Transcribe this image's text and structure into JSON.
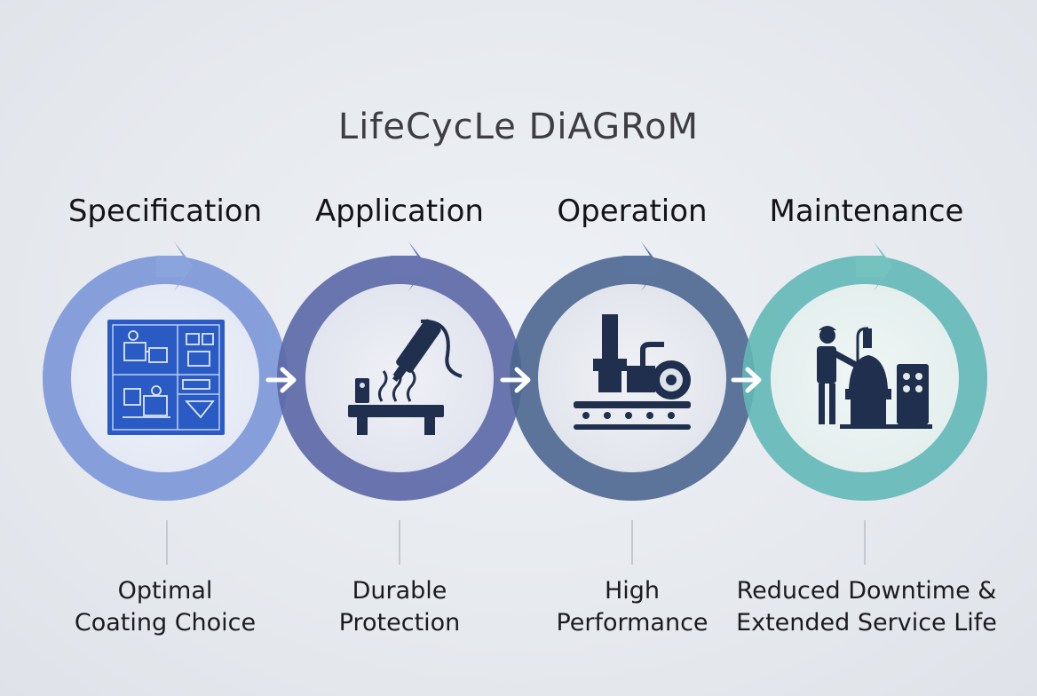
{
  "title": "LifeCycLe DiAGRoM",
  "stages": [
    {
      "heading": "Specification",
      "icon": "blueprint-icon",
      "color": "#6f8fd4",
      "outcome_lines": [
        "Optimal",
        "Coating Choice"
      ]
    },
    {
      "heading": "Application",
      "icon": "spray-gun-icon",
      "color": "#5e6aa8",
      "outcome_lines": [
        "Durable",
        "Protection"
      ]
    },
    {
      "heading": "Operation",
      "icon": "pump-machinery-icon",
      "color": "#4f6790",
      "outcome_lines": [
        "High",
        "Performance"
      ]
    },
    {
      "heading": "Maintenance",
      "icon": "technician-icon",
      "color": "#5fb6b5",
      "outcome_lines": [
        "Reduced Downtime &",
        "Extended Service Life"
      ]
    }
  ],
  "colors": {
    "icon_dark": "#1f2f4d",
    "blueprint_blue": "#2a5bc4",
    "arrow_white": "#ffffff"
  }
}
